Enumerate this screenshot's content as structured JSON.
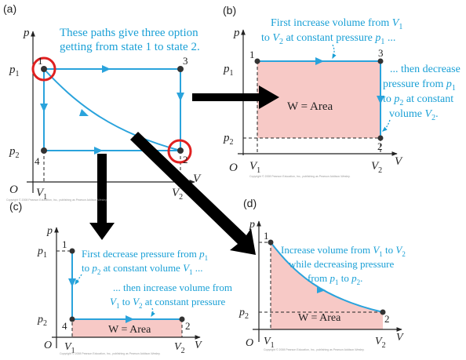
{
  "colors": {
    "path": "#2aa3dc",
    "annotation": "#1aa0d6",
    "area": "#f7c9c6",
    "axis": "#222222",
    "highlight": "#e02020",
    "arrow": "#000000"
  },
  "panel_a": {
    "tag": "(a)",
    "caption_line1": "These paths give three option",
    "caption_line2": "getting from state 1 to state 2.",
    "p_axis": "p",
    "v_axis": "V",
    "origin": "O",
    "p1": "p",
    "p1_sub": "1",
    "p2": "p",
    "p2_sub": "2",
    "v1": "V",
    "v1_sub": "1",
    "v2": "V",
    "v2_sub": "2",
    "state1": "1",
    "state2": "2",
    "state3": "3",
    "state4": "4"
  },
  "panel_b": {
    "tag": "(b)",
    "note1_l1": "First increase volume from",
    "note1_l1_var": "V",
    "note1_l1_sub": "1",
    "note1_l2_a": "to",
    "note1_l2_var": "V",
    "note1_l2_sub": "2",
    "note1_l2_b": "at constant pressure",
    "note1_l2_p": "p",
    "note1_l2_psub": "1",
    "note1_l2_end": "...",
    "note2_l1": "... then decrease",
    "note2_l2": "pressure from",
    "note2_l2_var": "p",
    "note2_l2_sub": "1",
    "note2_l3_a": "to",
    "note2_l3_var": "p",
    "note2_l3_sub": "2",
    "note2_l3_b": "at constant",
    "note2_l4_a": "volume",
    "note2_l4_var": "V",
    "note2_l4_sub": "2",
    "note2_l4_end": ".",
    "area_label": "W = Area",
    "p_axis": "p",
    "v_axis": "V",
    "origin": "O",
    "p1": "p",
    "p1_sub": "1",
    "p2": "p",
    "p2_sub": "2",
    "v1": "V",
    "v1_sub": "1",
    "v2": "V",
    "v2_sub": "2",
    "state1": "1",
    "state2": "2",
    "state3": "3"
  },
  "panel_c": {
    "tag": "(c)",
    "note1_l1": "First decrease pressure from",
    "note1_l1_var": "p",
    "note1_l1_sub": "1",
    "note1_l2_a": "to",
    "note1_l2_var": "p",
    "note1_l2_sub": "2",
    "note1_l2_b": "at constant volume",
    "note1_l2_v": "V",
    "note1_l2_vsub": "1",
    "note1_l2_end": "...",
    "note2_l1": "... then increase volume from",
    "note2_l2_var": "V",
    "note2_l2_sub": "1",
    "note2_l2_a": "to",
    "note2_l2_var2": "V",
    "note2_l2_sub2": "2",
    "note2_l2_b": "at constant pressure",
    "area_label": "W = Area",
    "p_axis": "p",
    "v_axis": "V",
    "origin": "O",
    "p1": "p",
    "p1_sub": "1",
    "p2": "p",
    "p2_sub": "2",
    "v1": "V",
    "v1_sub": "1",
    "v2": "V",
    "v2_sub": "2",
    "state1": "1",
    "state2": "2",
    "state4": "4"
  },
  "panel_d": {
    "tag": "(d)",
    "note_l1_a": "Increase volume from",
    "note_l1_var": "V",
    "note_l1_sub": "1",
    "note_l1_b": "to",
    "note_l1_var2": "V",
    "note_l1_sub2": "2",
    "note_l2": "while decreasing pressure",
    "note_l3_a": "from",
    "note_l3_var": "p",
    "note_l3_sub": "1",
    "note_l3_b": "to",
    "note_l3_var2": "p",
    "note_l3_sub2": "2",
    "note_l3_end": ".",
    "area_label": "W = Area",
    "p_axis": "p",
    "v_axis": "V",
    "origin": "O",
    "p1": "p",
    "p1_sub": "1",
    "p2": "p",
    "p2_sub": "2",
    "v1": "V",
    "v1_sub": "1",
    "v2": "V",
    "v2_sub": "2",
    "state1": "1",
    "state2": "2"
  },
  "copyright": "Copyright © 2008 Pearson Education, Inc., publishing as Pearson Addison-Wesley."
}
